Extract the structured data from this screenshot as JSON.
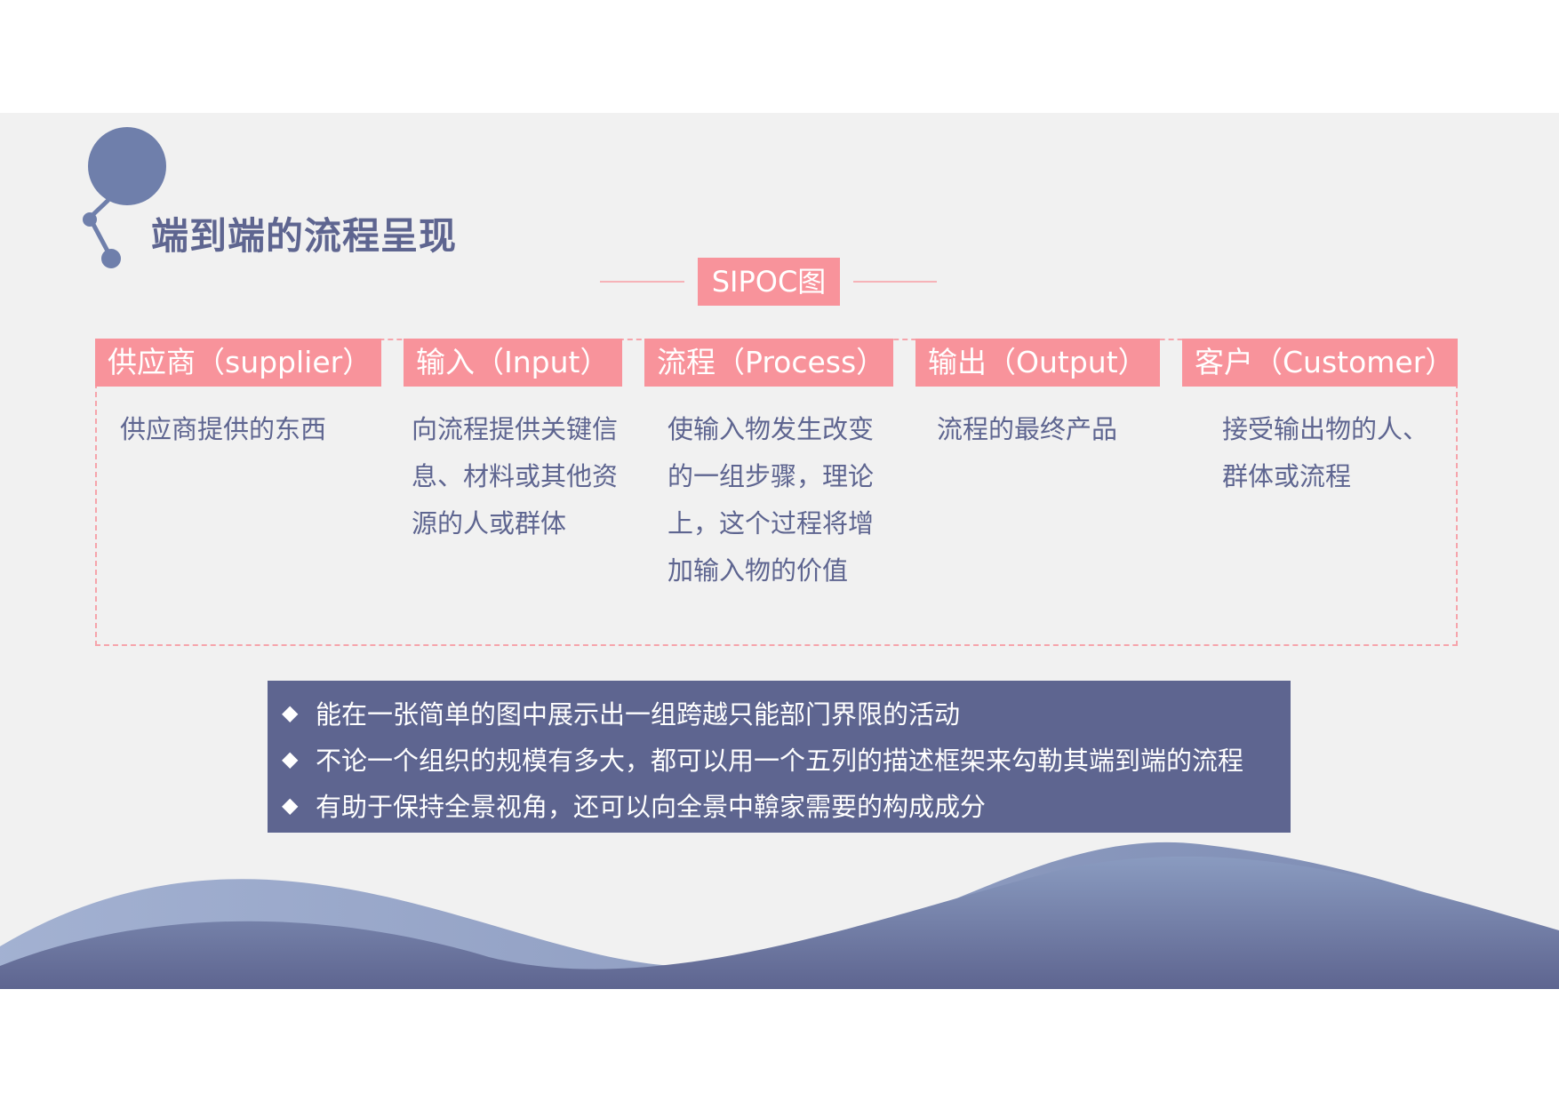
{
  "title": "端到端的流程呈现",
  "sipoc_label": "SIPOC图",
  "columns": [
    {
      "header": "供应商（supplier）",
      "description": "供应商提供的东西"
    },
    {
      "header": "输入（Input）",
      "description": "向流程提供关键信息、材料或其他资源的人或群体"
    },
    {
      "header": "流程（Process）",
      "description": "使输入物发生改变的一组步骤，理论上，这个过程将增加输入物的价值"
    },
    {
      "header": "输出（Output）",
      "description": "流程的最终产品"
    },
    {
      "header": "客户（Customer）",
      "description": "接受输出物的人、群体或流程"
    }
  ],
  "bullets": [
    "能在一张简单的图中展示出一组跨越只能部门界限的活动",
    "不论一个组织的规模有多大，都可以用一个五列的描述框架来勾勒其端到端的流程",
    "有助于保持全景视角，还可以向全景中鞥家需要的构成成分"
  ],
  "bullet_icon": "◆",
  "colors": {
    "accent_pink": "#f8939b",
    "accent_navy": "#5e6590",
    "background": "#f1f1f1"
  }
}
